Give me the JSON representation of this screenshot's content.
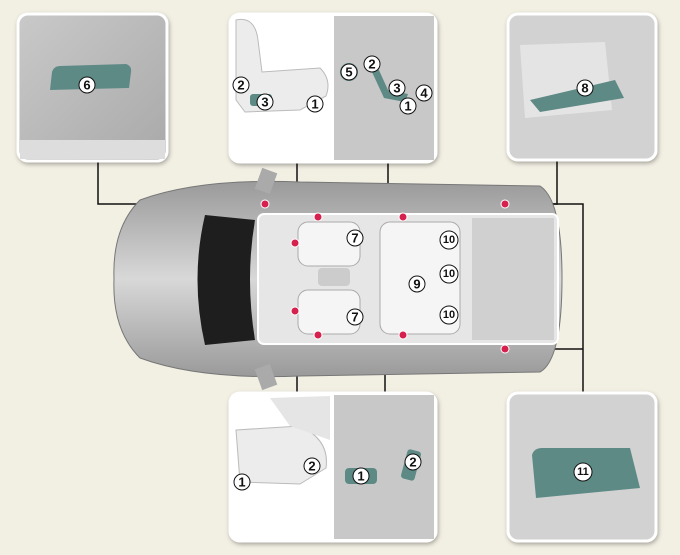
{
  "title": "Seat controls location overview",
  "colors": {
    "background": "#f2efe3",
    "callout_dot": "#d6204e",
    "switch": "#5e8a86"
  },
  "panels": {
    "top_left": {
      "labels": [
        "6"
      ]
    },
    "top_center": {
      "labels": [
        "2",
        "3",
        "1",
        "5",
        "2",
        "3",
        "4",
        "1"
      ]
    },
    "top_right": {
      "labels": [
        "8"
      ]
    },
    "bottom_center": {
      "labels": [
        "2",
        "1",
        "1",
        "2"
      ]
    },
    "bottom_right": {
      "labels": [
        "11"
      ]
    }
  },
  "car": {
    "labels": [
      "7",
      "7",
      "9",
      "10",
      "10",
      "10"
    ]
  }
}
